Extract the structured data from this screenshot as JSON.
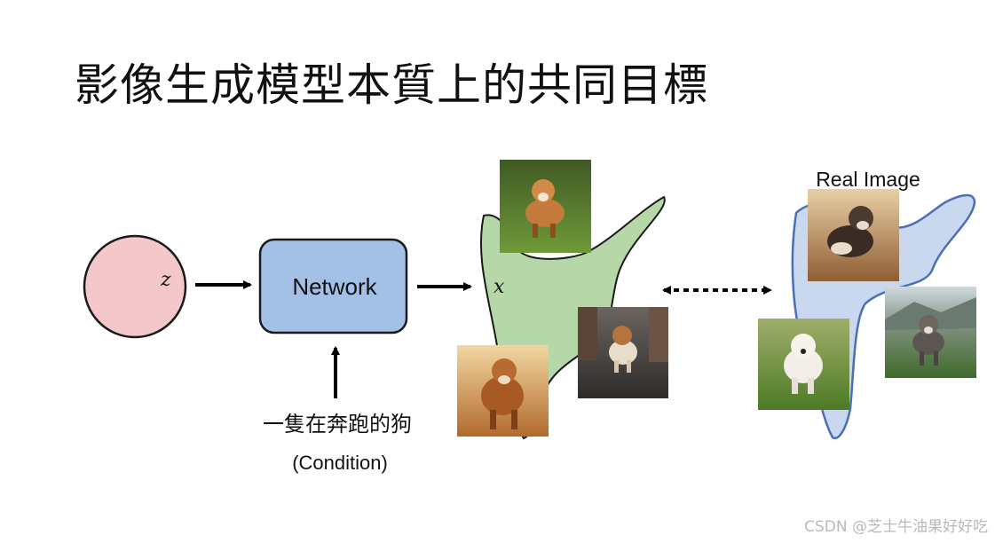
{
  "title": "影像生成模型本質上的共同目標",
  "latent": {
    "symbol": "z",
    "fill": "#f4c8cb"
  },
  "network": {
    "label": "Network",
    "fill": "#a3c1e6"
  },
  "output": {
    "symbol": "x",
    "blob_fill": "#b6d8a8"
  },
  "condition": {
    "text": "一隻在奔跑的狗",
    "note": "(Condition)"
  },
  "real": {
    "label": "Real Image",
    "blob_fill": "#c9d7ef",
    "blob_stroke": "#4a6fb5"
  },
  "generated_images": [
    {
      "scene": "dog-running-grass"
    },
    {
      "scene": "dog-running-street"
    },
    {
      "scene": "dog-running-sunset"
    }
  ],
  "real_images": [
    {
      "scene": "dog-running-dust"
    },
    {
      "scene": "dog-running-field"
    },
    {
      "scene": "wolf-dog-meadow"
    }
  ],
  "watermark": "CSDN @芝士牛油果好好吃"
}
